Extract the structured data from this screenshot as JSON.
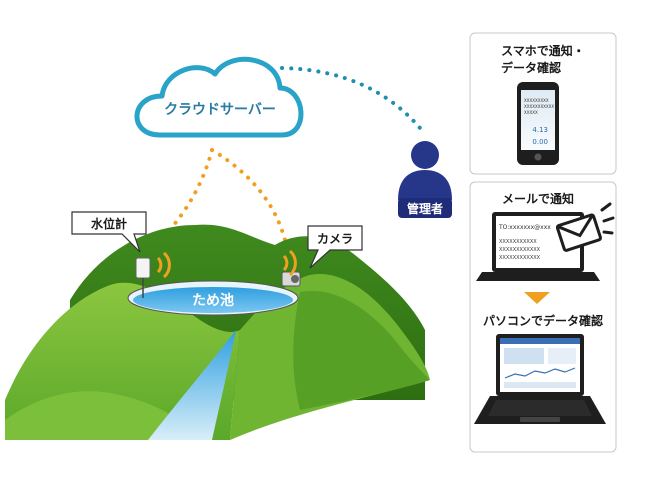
{
  "cloud": {
    "label": "クラウドサーバー"
  },
  "manager": {
    "label": "管理者"
  },
  "water_level": {
    "label": "水位計"
  },
  "camera": {
    "label": "カメラ"
  },
  "pond": {
    "label": "ため池"
  },
  "smartphone_panel": {
    "title_line1": "スマホで通知・",
    "title_line2": "データ確認",
    "screen_line1": "XXXXXXXXX",
    "screen_line2": "XXXXXXXXXXX",
    "screen_line3": "XXXXX",
    "screen_value1": "4.13",
    "screen_value2": "0.00"
  },
  "mail_panel": {
    "title": "メールで通知",
    "to_line": "TO:xxxxxxx@xxx",
    "body_line1": "XXXXXXXXXXX",
    "body_line2": "XXXXXXXXXXXX",
    "body_line3": "XXXXXXXXXXXX"
  },
  "pc_panel": {
    "title": "パソコンでデータ確認"
  },
  "colors": {
    "cloud_border": "#2aa3c8",
    "cloud_text": "#2a7aa3",
    "dotted_blue": "#1f8fb0",
    "dotted_orange": "#f0a020",
    "manager_blue": "#26378a",
    "arrow_orange": "#f0a020",
    "pond_blue": "#2f9fe0",
    "mountain_green": "#5aa82a"
  }
}
